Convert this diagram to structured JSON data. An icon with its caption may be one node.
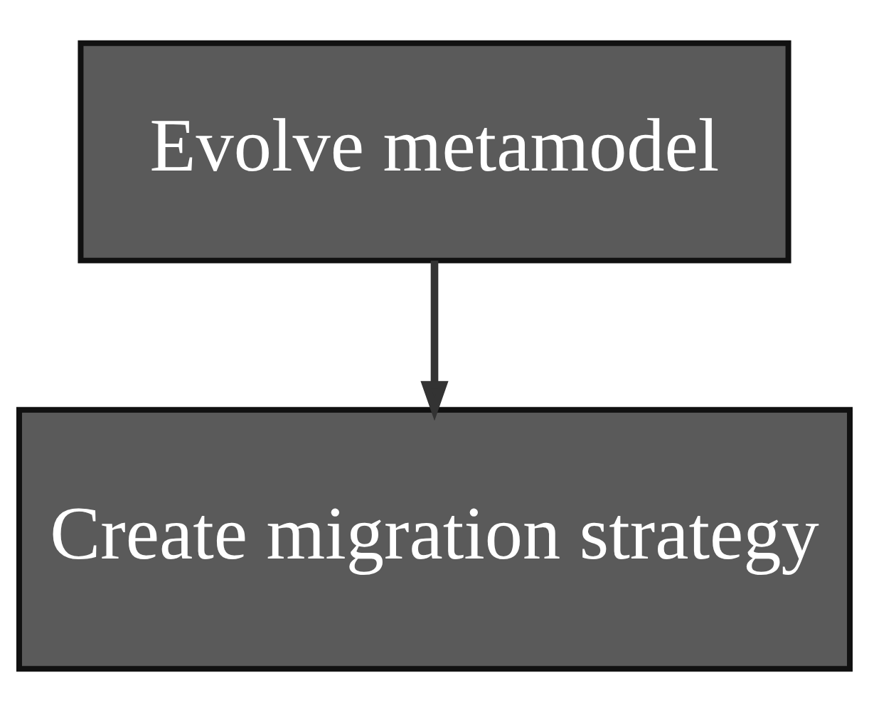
{
  "diagram": {
    "nodes": [
      {
        "text": [
          "Evolve metamodel"
        ]
      },
      {
        "text": [
          "Create migration strategy"
        ]
      }
    ],
    "edges": [
      {
        "from": 0,
        "to": 1,
        "arrow": "to"
      }
    ]
  }
}
